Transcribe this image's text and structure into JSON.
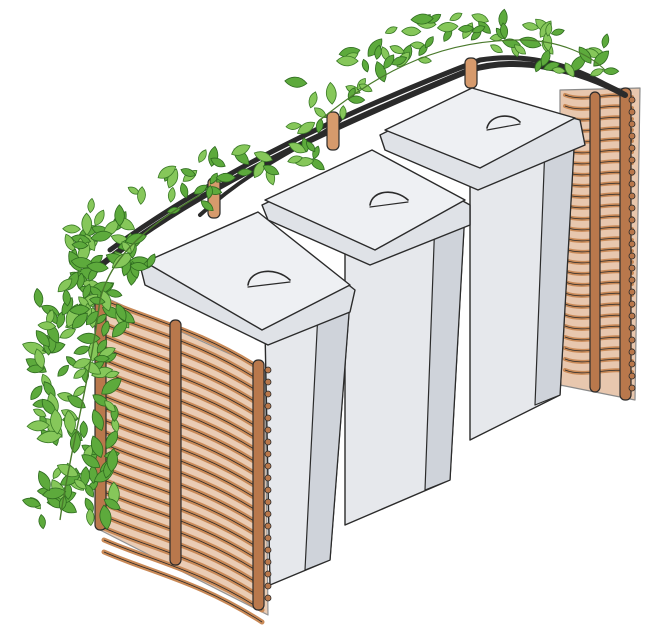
{
  "illustration": {
    "subject": "",
    "palette": {
      "wood": "#d69a6c",
      "wood_dark": "#b9784c",
      "bin": "#e6e8ec",
      "bin_shade": "#cfd3da",
      "foliage": "#5daa3c",
      "foliage_light": "#86c75a",
      "outline": "#2b2b2b"
    },
    "bins": [
      {
        "id": "bin-front"
      },
      {
        "id": "bin-middle"
      },
      {
        "id": "bin-back"
      }
    ]
  }
}
